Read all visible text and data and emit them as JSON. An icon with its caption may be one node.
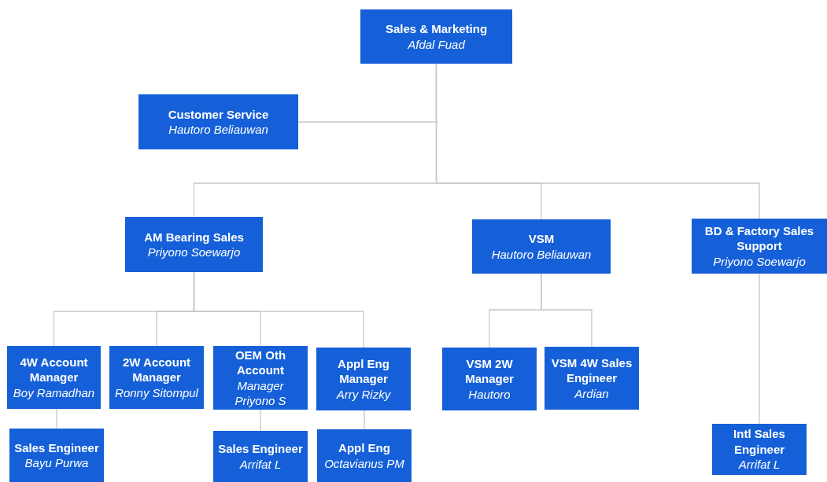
{
  "diagram": {
    "nodes": [
      {
        "text": [
          "Sales & Marketing",
          "Afdal Fuad"
        ]
      },
      {
        "text": [
          "Customer Service",
          "Hautoro Beliauwan"
        ]
      },
      {
        "text": [
          "AM Bearing Sales",
          "Priyono Soewarjo"
        ]
      },
      {
        "text": [
          "VSM",
          "Hautoro Beliauwan"
        ]
      },
      {
        "text": [
          "BD & Factory Sales Support",
          "Priyono Soewarjo"
        ]
      },
      {
        "text": [
          "4W Account Manager",
          "Boy Ramadhan"
        ]
      },
      {
        "text": [
          "2W Account Manager",
          "Ronny Sitompul"
        ]
      },
      {
        "text": [
          "OEM Oth Account",
          "Manager Priyono S"
        ]
      },
      {
        "text": [
          "Appl Eng Manager",
          "Arry Rizky"
        ]
      },
      {
        "text": [
          "Sales Engineer",
          "Bayu Purwa"
        ]
      },
      {
        "text": [
          "Sales Engineer",
          "Arrifat L"
        ]
      },
      {
        "text": [
          "Appl Eng",
          "Octavianus PM"
        ]
      },
      {
        "text": [
          "VSM 2W Manager",
          "Hautoro"
        ]
      },
      {
        "text": [
          "VSM 4W Sales Engineer",
          "Ardian"
        ]
      },
      {
        "text": [
          "Intl  Sales Engineer",
          "Arrifat L"
        ]
      }
    ],
    "edges": [
      {
        "from": 0,
        "to": 1,
        "arrow": "none"
      },
      {
        "from": 0,
        "to": 2,
        "arrow": "none"
      },
      {
        "from": 0,
        "to": 3,
        "arrow": "none"
      },
      {
        "from": 0,
        "to": 4,
        "arrow": "none"
      },
      {
        "from": 2,
        "to": 5,
        "arrow": "none"
      },
      {
        "from": 2,
        "to": 6,
        "arrow": "none"
      },
      {
        "from": 2,
        "to": 7,
        "arrow": "none"
      },
      {
        "from": 2,
        "to": 8,
        "arrow": "none"
      },
      {
        "from": 5,
        "to": 9,
        "arrow": "none"
      },
      {
        "from": 7,
        "to": 10,
        "arrow": "none"
      },
      {
        "from": 8,
        "to": 11,
        "arrow": "none"
      },
      {
        "from": 3,
        "to": 12,
        "arrow": "none"
      },
      {
        "from": 3,
        "to": 13,
        "arrow": "none"
      },
      {
        "from": 4,
        "to": 14,
        "arrow": "none"
      }
    ]
  }
}
